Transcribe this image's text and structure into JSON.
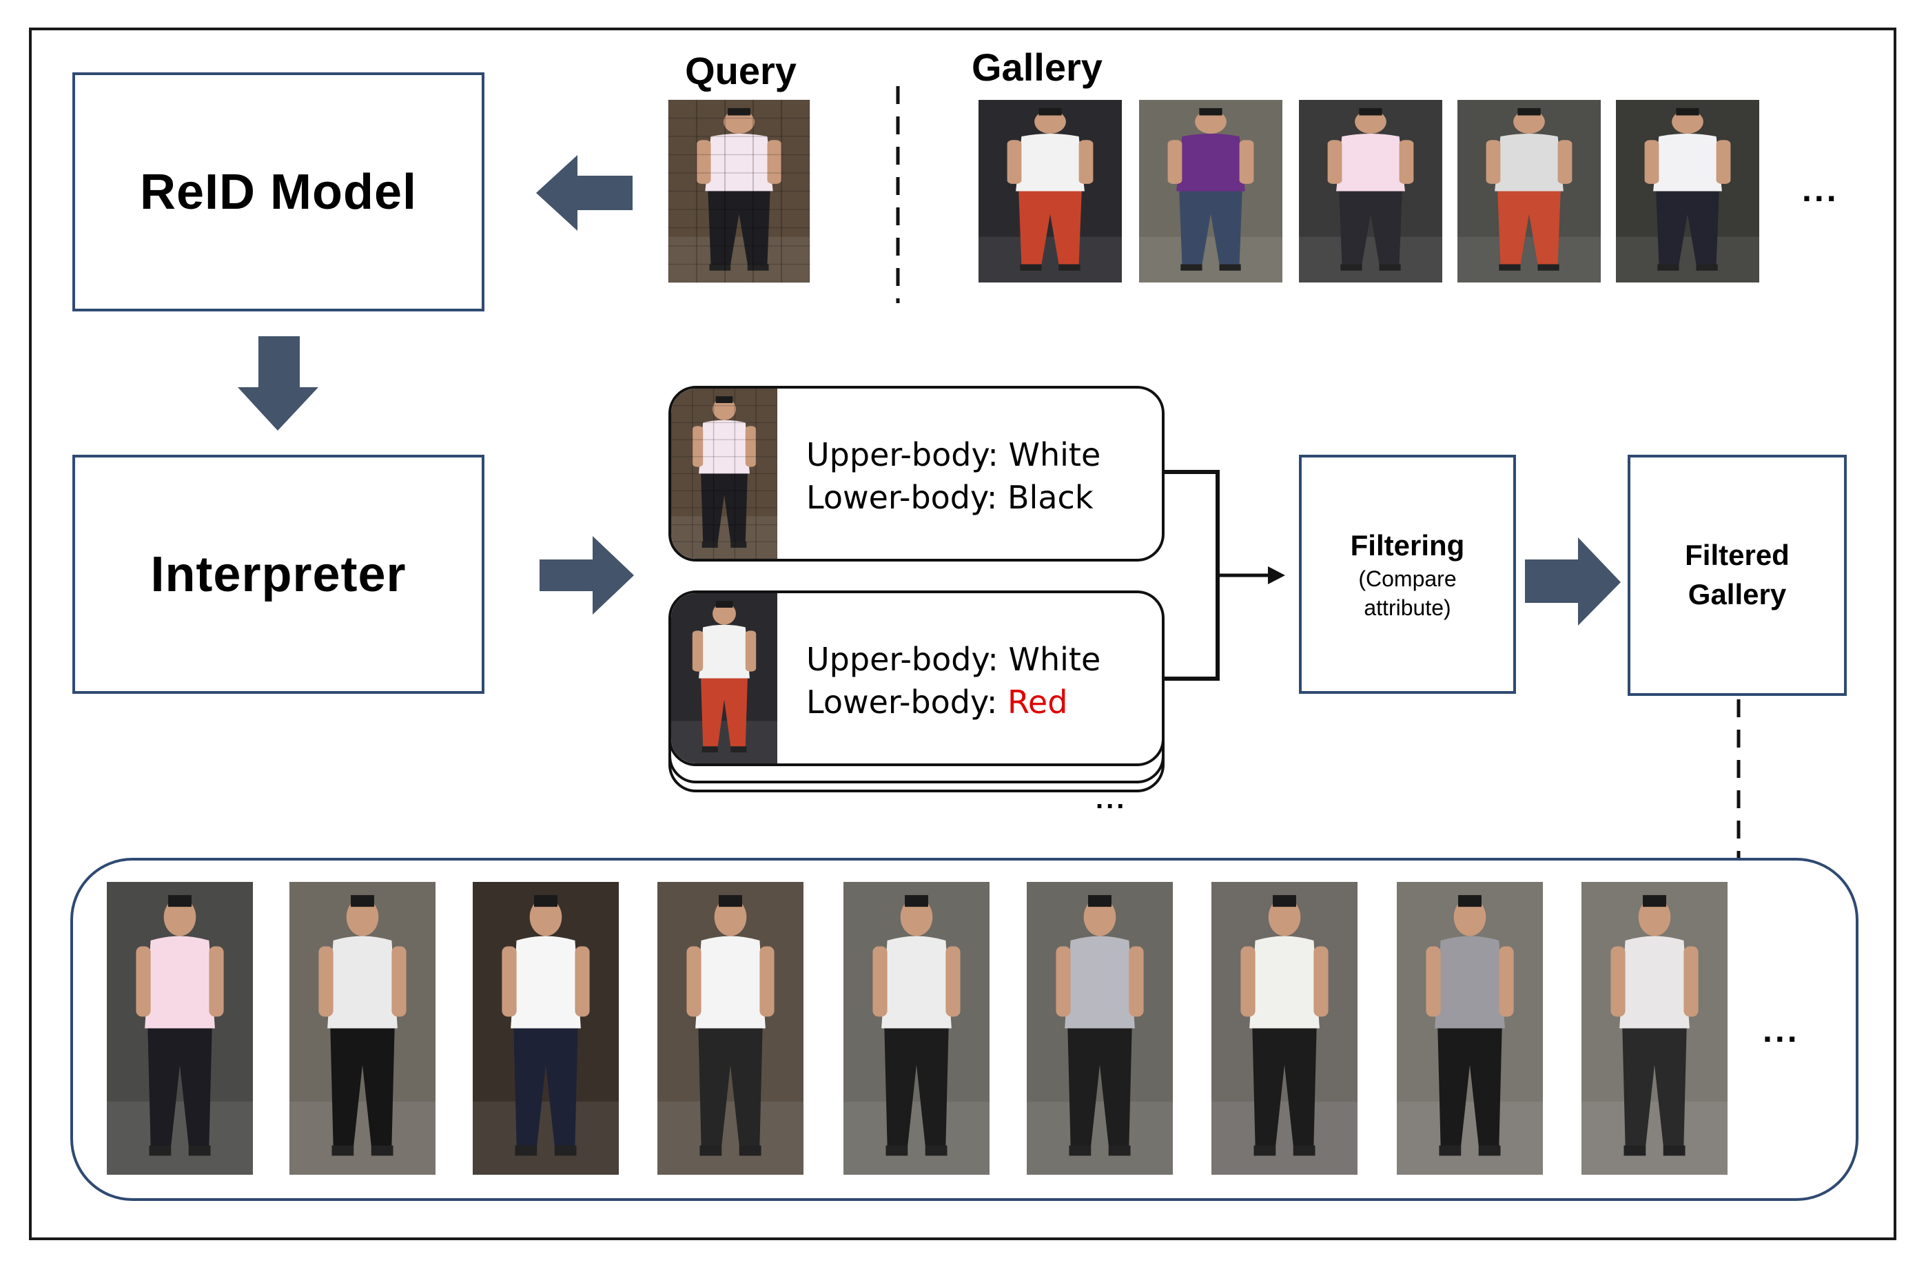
{
  "labels": {
    "reid_model": "ReID Model",
    "interpreter": "Interpreter",
    "query": "Query",
    "gallery": "Gallery",
    "filtering_title": "Filtering",
    "filtering_sub_1": "(Compare",
    "filtering_sub_2": "attribute)",
    "filtered_gallery_1": "Filtered",
    "filtered_gallery_2": "Gallery",
    "ellipsis": "..."
  },
  "attributes": {
    "query": {
      "upper_key": "Upper-body:",
      "upper_val": "White",
      "lower_key": "Lower-body:",
      "lower_val": "Black"
    },
    "gallery": {
      "upper_key": "Upper-body:",
      "upper_val": "White",
      "lower_key": "Lower-body:",
      "lower_val": "Red"
    }
  },
  "colors": {
    "box_border": "#2f4a72",
    "arrow_fill": "#44546a",
    "mismatch_text": "#e00000"
  },
  "people": {
    "query": {
      "top": "#f4e6ef",
      "bottom": "#1e1e22",
      "bg": "#5a4a3c"
    },
    "gallery": [
      {
        "top": "#f2f2f2",
        "bottom": "#c8432c",
        "bg": "#2a2a2e"
      },
      {
        "top": "#6a2f86",
        "bottom": "#3a4a66",
        "bg": "#6e6c62"
      },
      {
        "top": "#f6dbe8",
        "bottom": "#2a2a30",
        "bg": "#3a3a3a"
      },
      {
        "top": "#dcdcdc",
        "bottom": "#c84a30",
        "bg": "#4e4e4a"
      },
      {
        "top": "#f2f2f4",
        "bottom": "#242430",
        "bg": "#3a3a36"
      }
    ],
    "filtered": [
      {
        "top": "#f7d9e6",
        "bottom": "#1c1c22",
        "bg": "#4a4a48"
      },
      {
        "top": "#eaeaea",
        "bottom": "#161616",
        "bg": "#6e6a62"
      },
      {
        "top": "#f6f6f6",
        "bottom": "#1e2236",
        "bg": "#3a302a"
      },
      {
        "top": "#f4f4f4",
        "bottom": "#262626",
        "bg": "#5a5046"
      },
      {
        "top": "#ececec",
        "bottom": "#1c1c1c",
        "bg": "#6c6a64"
      },
      {
        "top": "#b8b8c0",
        "bottom": "#1e1e1e",
        "bg": "#6a6862"
      },
      {
        "top": "#f0f0ec",
        "bottom": "#1c1c1c",
        "bg": "#6e6a66"
      },
      {
        "top": "#9a9aa0",
        "bottom": "#1a1a1a",
        "bg": "#7a7670"
      },
      {
        "top": "#e8e6e6",
        "bottom": "#2a2a2a",
        "bg": "#7c7872"
      }
    ]
  }
}
